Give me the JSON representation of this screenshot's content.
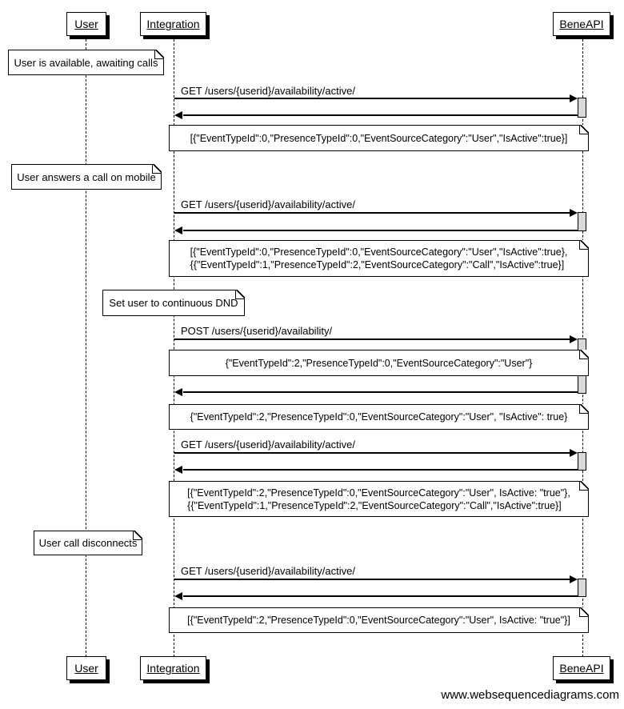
{
  "watermark": "www.websequencediagrams.com",
  "colors": {
    "background": "#ffffff",
    "line": "#000000",
    "note_fill": "#ffffff",
    "activation_fill": "#d9d9d9",
    "shadow": "#000000"
  },
  "actors": [
    {
      "label": "User"
    },
    {
      "label": "Integration"
    },
    {
      "label": "BeneAPI"
    }
  ],
  "side_notes": [
    {
      "text": "User is available, awaiting calls"
    },
    {
      "text": "User answers a call on mobile"
    },
    {
      "text": "Set user to continuous DND"
    },
    {
      "text": "User call disconnects"
    }
  ],
  "messages": [
    {
      "label": "GET /users/{userid}/availability/active/"
    },
    {
      "label": "GET /users/{userid}/availability/active/"
    },
    {
      "label": "POST /users/{userid}/availability/"
    },
    {
      "label": "GET /users/{userid}/availability/active/"
    },
    {
      "label": "GET /users/{userid}/availability/active/"
    }
  ],
  "payload_notes": [
    {
      "lines": [
        "[{\"EventTypeId\":0,\"PresenceTypeId\":0,\"EventSourceCategory\":\"User\",\"IsActive\":true}]"
      ]
    },
    {
      "lines": [
        "[{\"EventTypeId\":0,\"PresenceTypeId\":0,\"EventSourceCategory\":\"User\",\"IsActive\":true},",
        "{{\"EventTypeId\":1,\"PresenceTypeId\":2,\"EventSourceCategory\":\"Call\",\"IsActive\":true}]"
      ]
    },
    {
      "lines": [
        "{\"EventTypeId\":2,\"PresenceTypeId\":0,\"EventSourceCategory\":\"User\"}"
      ]
    },
    {
      "lines": [
        "{\"EventTypeId\":2,\"PresenceTypeId\":0,\"EventSourceCategory\":\"User\", \"IsActive\": true}"
      ]
    },
    {
      "lines": [
        "[{\"EventTypeId\":2,\"PresenceTypeId\":0,\"EventSourceCategory\":\"User\", IsActive: \"true\"},",
        "{{\"EventTypeId\":1,\"PresenceTypeId\":2,\"EventSourceCategory\":\"Call\",\"IsActive\":true}]"
      ]
    },
    {
      "lines": [
        "[{\"EventTypeId\":2,\"PresenceTypeId\":0,\"EventSourceCategory\":\"User\", IsActive: \"true\"}]"
      ]
    }
  ]
}
